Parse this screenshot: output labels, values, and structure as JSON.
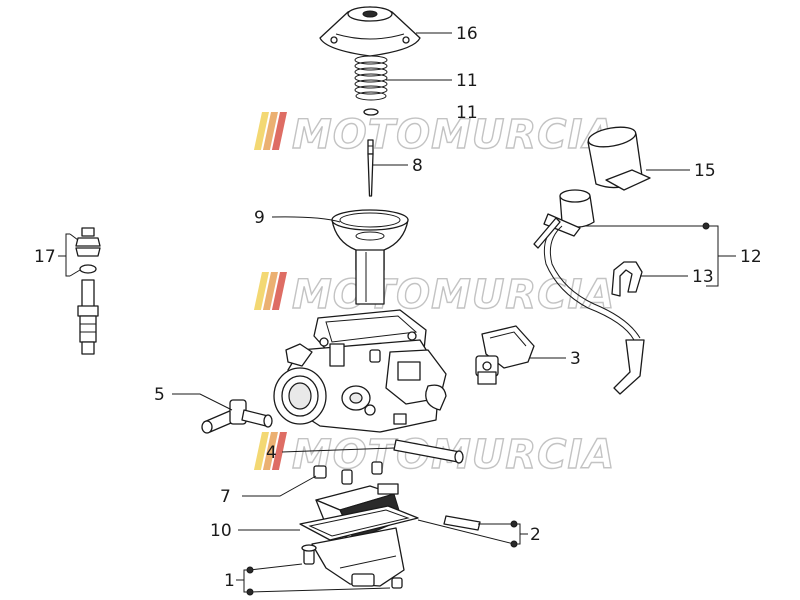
{
  "watermark": {
    "text": "MOTOMURCIA",
    "stripe_colors": [
      "#f2d25b",
      "#e8a35a",
      "#d9544a",
      "#b9b9b9"
    ]
  },
  "callouts": {
    "c1": "1",
    "c2": "2",
    "c3": "3",
    "c4": "4",
    "c5": "5",
    "c7": "7",
    "c8": "8",
    "c9": "9",
    "c10": "10",
    "c11": "11",
    "c11b": "11",
    "c12": "12",
    "c13": "13",
    "c15": "15",
    "c16": "16",
    "c17": "17"
  },
  "colors": {
    "line": "#1a1a1a",
    "background": "#ffffff"
  }
}
